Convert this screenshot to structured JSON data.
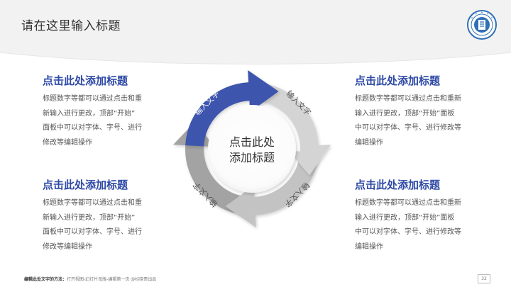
{
  "header": {
    "title": "请在这里输入标题"
  },
  "blocks": [
    {
      "heading": "点击此处添加标题",
      "line1": "标题数字等都可以通过点击和重",
      "line2": "新输入进行更改，顶部“开始”",
      "line3": "面板中可以对字体、字号、进行",
      "line4": "修改等编辑操作"
    },
    {
      "heading": "点击此处添加标题",
      "line1": "标题数字等都可以通过点击和重新",
      "line2": "输入进行更改，顶部“开始”面板",
      "line3": "中可以对字体、字号、进行修改等",
      "line4": "编辑操作"
    },
    {
      "heading": "点击此处添加标题",
      "line1": "标题数字等都可以通过点击和重",
      "line2": "新输入进行更改，顶部“开始”",
      "line3": "面板中可以对字体、字号、进行",
      "line4": "修改等编辑操作"
    },
    {
      "heading": "点击此处添加标题",
      "line1": "标题数字等都可以通过点击和重新",
      "line2": "输入进行更改，顶部“开始”面板",
      "line3": "中可以对字体、字号、进行修改等",
      "line4": "编辑操作"
    }
  ],
  "cycle": {
    "center_line1": "点击此处",
    "center_line2": "添加标题",
    "arrows": [
      "输入文字",
      "输入文字",
      "输入文字",
      "输入文字"
    ],
    "colors": {
      "blue": "#3d55ad",
      "gray_light": "#d4d4d4",
      "gray_mid": "#c3c3c3",
      "gray_dark": "#a3a3a3"
    }
  },
  "footer": {
    "label": "编辑此处文字的方法：",
    "text": "打开视图-幻灯片母版-编辑第一页 @标晓哥出品",
    "page": "32"
  },
  "colors": {
    "accent": "#2f4aa6",
    "body_text": "#555555"
  }
}
